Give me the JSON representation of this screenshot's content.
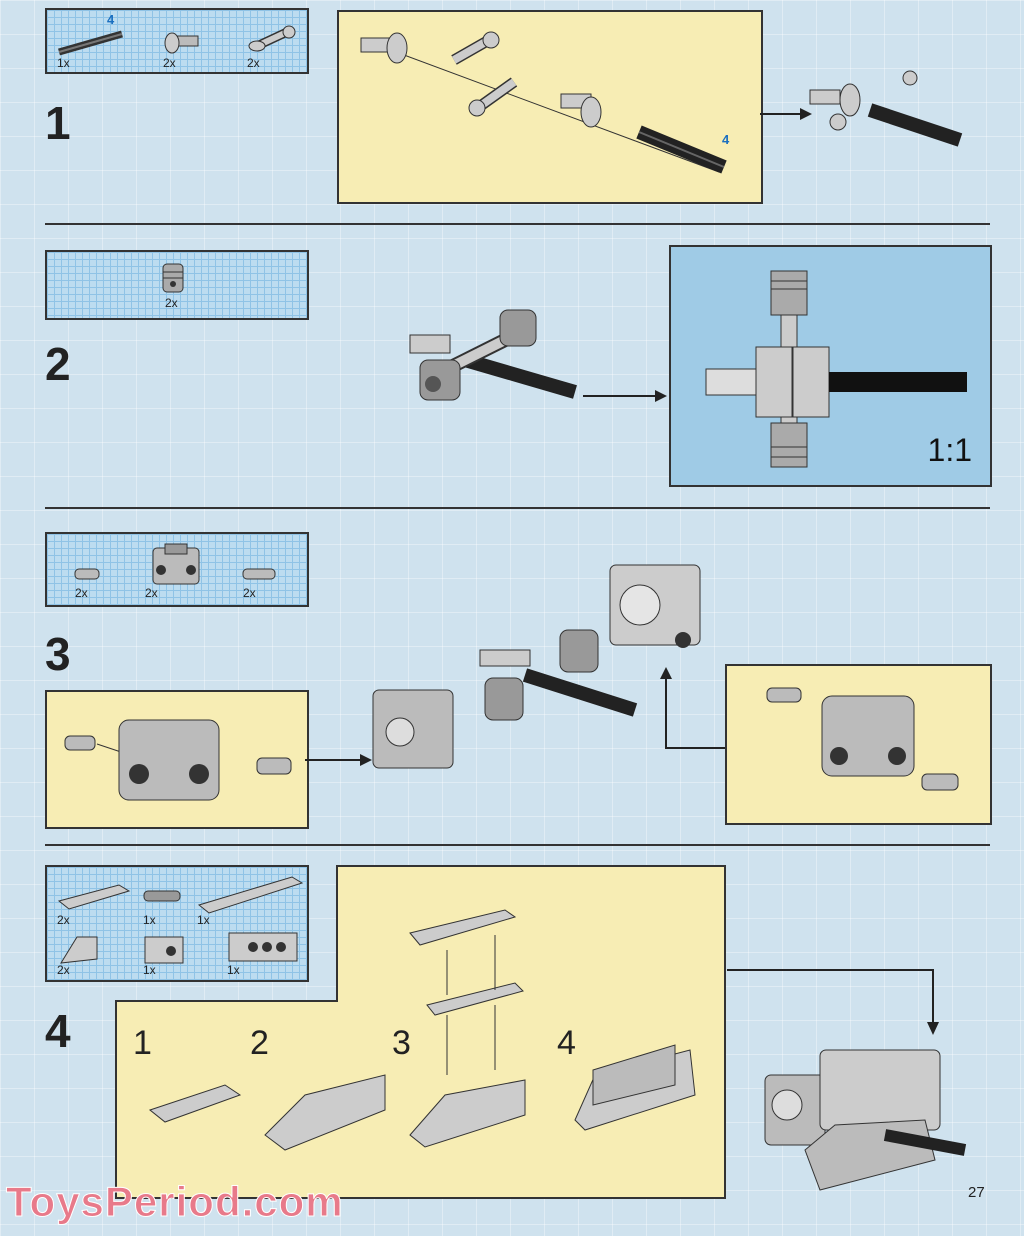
{
  "steps": [
    {
      "number": "1",
      "parts": [
        {
          "qty": "1x",
          "name": "axle",
          "length_label": "4"
        },
        {
          "qty": "2x",
          "name": "axle-pin"
        },
        {
          "qty": "2x",
          "name": "crank"
        }
      ],
      "axle_length_label": "4"
    },
    {
      "number": "2",
      "parts": [
        {
          "qty": "2x",
          "name": "piston"
        }
      ],
      "scale_label": "1:1"
    },
    {
      "number": "3",
      "parts": [
        {
          "qty": "2x",
          "name": "pin"
        },
        {
          "qty": "2x",
          "name": "cylinder-block"
        },
        {
          "qty": "2x",
          "name": "pin"
        }
      ]
    },
    {
      "number": "4",
      "parts": [
        {
          "qty": "2x",
          "name": "plate-1x4"
        },
        {
          "qty": "1x",
          "name": "pin"
        },
        {
          "qty": "1x",
          "name": "plate-1x6"
        },
        {
          "qty": "2x",
          "name": "slope"
        },
        {
          "qty": "1x",
          "name": "technic-brick-1x2"
        },
        {
          "qty": "1x",
          "name": "technic-brick-1x4"
        }
      ],
      "substeps": [
        "1",
        "2",
        "3",
        "4"
      ]
    }
  ],
  "page_number": "27",
  "watermark": "ToysPeriod.com",
  "colors": {
    "background": "#cfe2ee",
    "callout": "#f7edb4",
    "zoom_box": "#9fcbe6",
    "watermark": "#e87a8a"
  }
}
